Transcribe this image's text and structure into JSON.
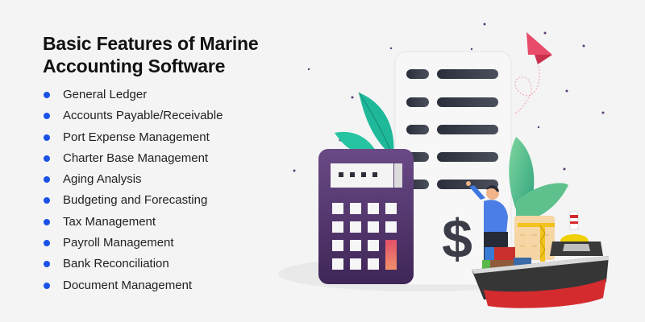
{
  "heading": {
    "line1": "Basic Features of Marine",
    "line2": "Accounting Software"
  },
  "features": [
    {
      "label": "General Ledger"
    },
    {
      "label": "Accounts Payable/Receivable"
    },
    {
      "label": "Port Expense Management"
    },
    {
      "label": "Charter Base Management"
    },
    {
      "label": "Aging Analysis"
    },
    {
      "label": "Budgeting and Forecasting"
    },
    {
      "label": "Tax Management"
    },
    {
      "label": "Payroll Management"
    },
    {
      "label": "Bank Reconciliation"
    },
    {
      "label": "Document Management"
    }
  ],
  "illustration": {
    "document_symbol": "$",
    "calculator_display": "■■■■",
    "icons": [
      "document-icon",
      "calculator-icon",
      "dollar-icon",
      "person-icon",
      "cargo-ship-icon",
      "crane-icon",
      "paper-plane-icon",
      "leaf-icon"
    ]
  },
  "colors": {
    "background": "#f4f4f4",
    "bullet": "#1a52e6",
    "calculator": "#55356f",
    "leaf_teal": "#1fb99a",
    "plane": "#e84b6a",
    "ship_hull": "#d42b2f"
  }
}
